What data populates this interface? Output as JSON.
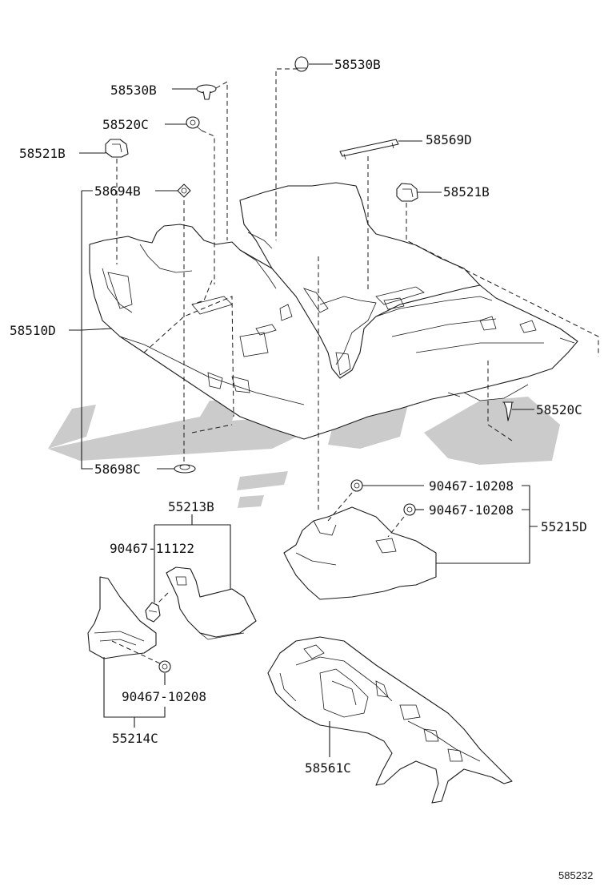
{
  "parts": {
    "p58530b_top": "58530B",
    "p58530b_left": "58530B",
    "p58520c_top": "58520C",
    "p58569d": "58569D",
    "p58521b_left": "58521B",
    "p58521b_right": "58521B",
    "p58694b": "58694B",
    "p58510d": "58510D",
    "p58520c_right": "58520C",
    "p58698c": "58698C",
    "p90467_10208_a": "90467-10208",
    "p90467_10208_b": "90467-10208",
    "p55215d": "55215D",
    "p55213b": "55213B",
    "p90467_11122": "90467-11122",
    "p90467_10208_c": "90467-10208",
    "p55214c": "55214C",
    "p58561c": "58561C"
  },
  "figure_ref": "585232",
  "colors": {
    "line": "#1a1a1a",
    "watermark": "#bdbdbd"
  }
}
